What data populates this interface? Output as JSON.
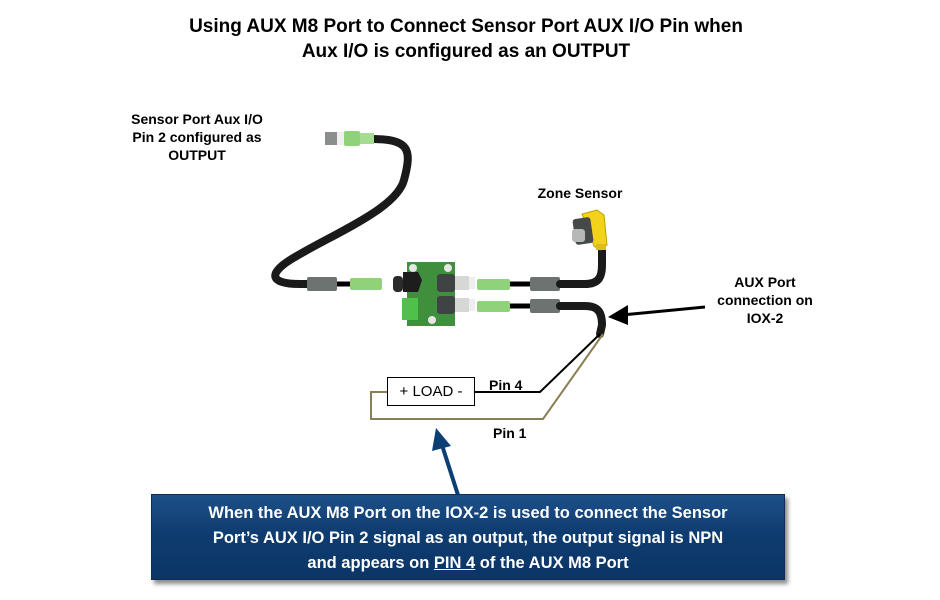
{
  "title": {
    "line1": "Using AUX M8 Port to Connect Sensor Port AUX I/O Pin when",
    "line2": "Aux I/O is configured as an OUTPUT"
  },
  "labels": {
    "sensor_port": {
      "line1": "Sensor Port Aux I/O",
      "line2": "Pin 2 configured as",
      "line3": "OUTPUT"
    },
    "zone_sensor": "Zone Sensor",
    "aux_port": {
      "line1": "AUX Port",
      "line2": "connection on",
      "line3": "IOX-2"
    },
    "pin4": "Pin 4",
    "pin1": "Pin 1",
    "load": "+ LOAD -"
  },
  "callout": {
    "line1": "When the AUX M8 Port on the IOX-2 is used to connect the Sensor",
    "line2": "Port’s AUX I/O Pin 2 signal as an output,  the output signal is NPN",
    "line3_pre": "and appears on ",
    "line3_emph": "PIN 4",
    "line3_post": " of the AUX M8 Port"
  },
  "colors": {
    "callout_bg": "#0f3c70",
    "cable": "#1a1a1a",
    "connector_green": "#8fd27a",
    "overmold_gray": "#6d7370",
    "pcb_green": "#3f8f3c",
    "sensor_yellow": "#f2d21b",
    "pin1_wire": "#8b7e55",
    "arrow_blue": "#0d3f75"
  }
}
